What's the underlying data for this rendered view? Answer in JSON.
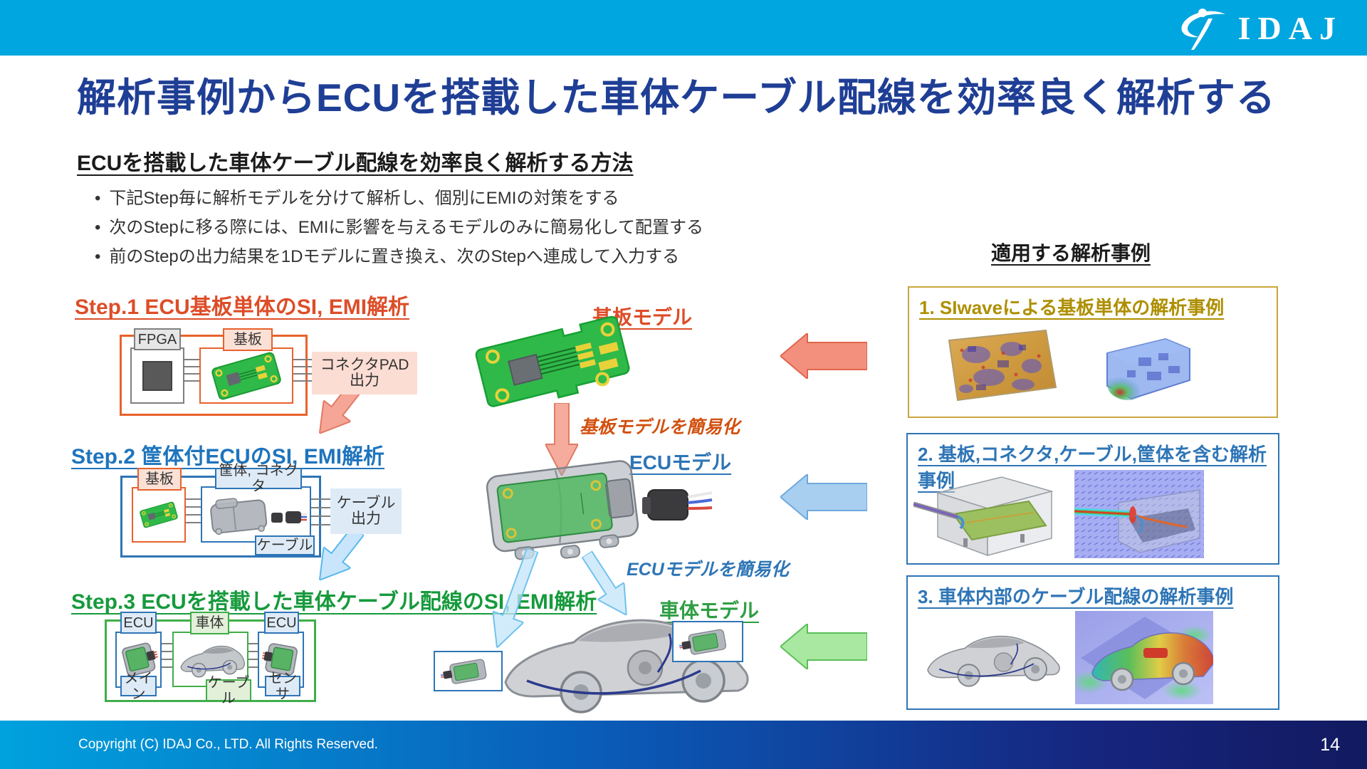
{
  "logo": {
    "brand": "IDAJ"
  },
  "title": "解析事例からECUを搭載した車体ケーブル配線を効率良く解析する",
  "subtitle": "ECUを搭載した車体ケーブル配線を効率良く解析する方法",
  "bullet_char": "•",
  "bullets": [
    "下記Step毎に解析モデルを分けて解析し、個別にEMIの対策をする",
    "次のStepに移る際には、EMIに影響を与えるモデルのみに簡易化して配置する",
    "前のStepの出力結果を1Dモデルに置き換え、次のStepへ連成して入力する"
  ],
  "steps": {
    "step1": {
      "heading": "Step.1 ECU基板単体のSI, EMI解析",
      "fpga": "FPGA",
      "board": "基板",
      "output_line1": "コネクタPAD",
      "output_line2": "出力"
    },
    "step2": {
      "heading": "Step.2 筐体付ECUのSI, EMI解析",
      "board": "基板",
      "housing": "筐体, コネクタ",
      "cable": "ケーブル",
      "output_line1": "ケーブル",
      "output_line2": "出力"
    },
    "step3": {
      "heading": "Step.3 ECUを搭載した車体ケーブル配線のSI, EMI解析",
      "ecu_left": "ECU",
      "body": "車体",
      "ecu_right": "ECU",
      "main": "メイン",
      "cable": "ケーブル",
      "sensor": "センサ"
    }
  },
  "models": {
    "board_label": "基板モデル",
    "board_simplify": "基板モデルを簡易化",
    "ecu_label": "ECUモデル",
    "ecu_simplify": "ECUモデルを簡易化",
    "body_label": "車体モデル"
  },
  "cases": {
    "header": "適用する解析事例",
    "items": [
      {
        "title": "1. SIwaveによる基板単体の解析事例"
      },
      {
        "title": "2. 基板,コネクタ,ケーブル,筐体を含む解析事例"
      },
      {
        "title": "3. 車体内部のケーブル配線の解析事例"
      }
    ]
  },
  "footer": {
    "copyright": "Copyright (C)  IDAJ Co., LTD. All Rights Reserved.",
    "page": "14"
  },
  "colors": {
    "topbar": "#00A6DF",
    "title": "#1F3E95",
    "step1": "#DD4D28",
    "step2": "#1E74BD",
    "step3": "#169A3C",
    "case1_gold": "#AE8F00",
    "case_blue": "#2E75B6"
  }
}
